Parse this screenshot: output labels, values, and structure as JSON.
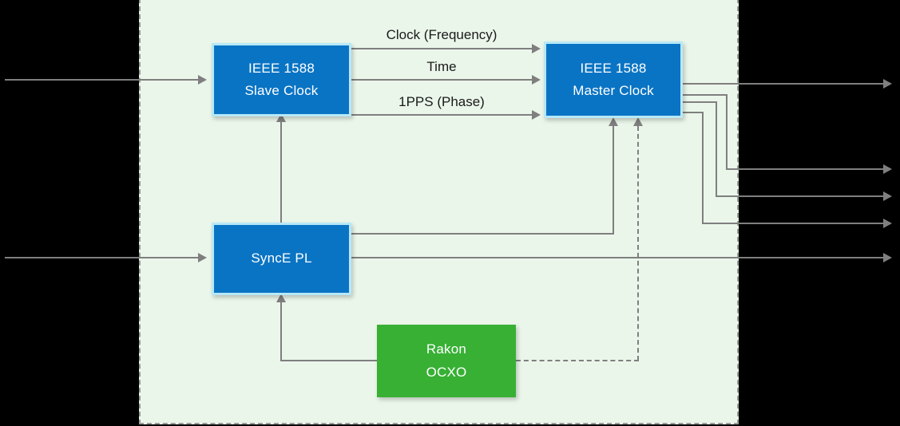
{
  "diagram": {
    "title": "IEEE 1588 / SyncE clock distribution block diagram",
    "background_color": "#000000",
    "container_fill": "#eaf6ea",
    "container_border_color": "#9a9a9a",
    "connector_color": "#7f7f7f",
    "nodes": [
      {
        "id": "slave-clock",
        "label_line1": "IEEE 1588",
        "label_line2": "Slave Clock",
        "color": "#0a74c4",
        "border_color": "#b7e8f7"
      },
      {
        "id": "master-clock",
        "label_line1": "IEEE 1588",
        "label_line2": "Master Clock",
        "color": "#0a74c4",
        "border_color": "#b7e8f7"
      },
      {
        "id": "synce-pl",
        "label_line1": "SyncE PL",
        "label_line2": "",
        "color": "#0a74c4",
        "border_color": "#b7e8f7"
      },
      {
        "id": "rakon-ocxo",
        "label_line1": "Rakon",
        "label_line2": "OCXO",
        "color": "#37b034",
        "border_color": "#37b034"
      }
    ],
    "edge_labels": [
      {
        "id": "clock-frequency",
        "text": "Clock (Frequency)"
      },
      {
        "id": "time",
        "text": "Time"
      },
      {
        "id": "pps-phase",
        "text": "1PPS (Phase)"
      }
    ]
  }
}
